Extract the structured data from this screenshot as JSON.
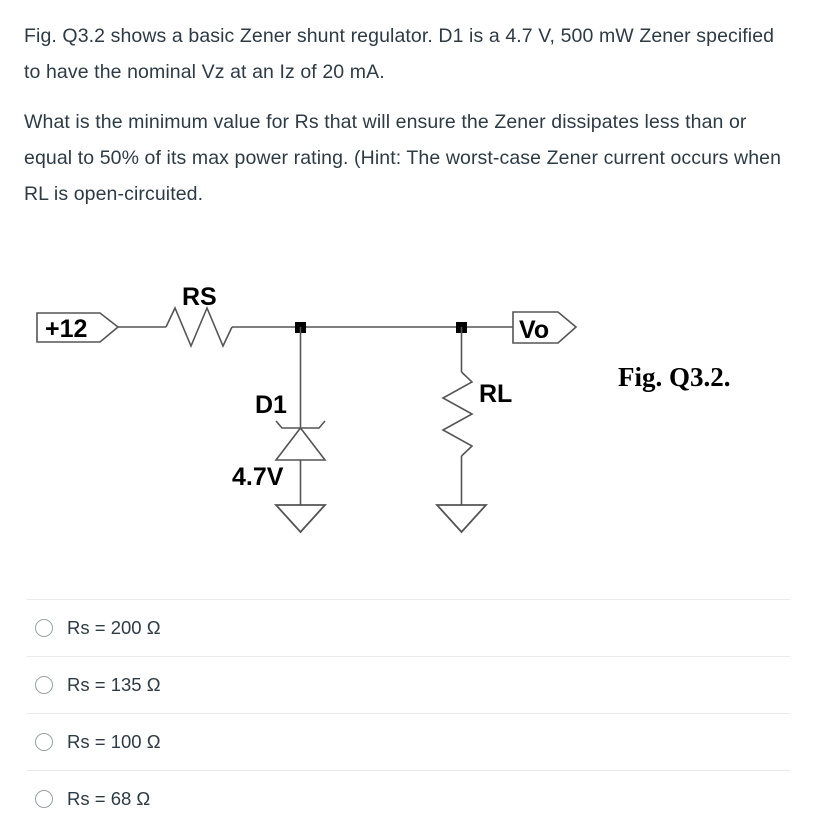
{
  "question": {
    "paragraphs": [
      "Fig. Q3.2 shows a basic Zener shunt regulator. D1 is a 4.7 V, 500 mW Zener specified to have the nominal Vz at an Iz of 20 mA.",
      "What is the minimum value for Rs that will ensure the Zener dissipates less than or equal to 50% of its max power rating. (Hint: The worst-case Zener current occurs when RL is open-circuited."
    ]
  },
  "figure": {
    "caption": "Fig. Q3.2.",
    "source_label": "+12",
    "output_label": "Vo",
    "series_resistor_label": "RS",
    "load_resistor_label": "RL",
    "diode_ref_label": "D1",
    "diode_value_label": "4.7V",
    "stroke_color": "#555555",
    "label_color": "#000000"
  },
  "answers": {
    "options": [
      {
        "label": "Rs = 200 Ω",
        "selected": false
      },
      {
        "label": "Rs = 135 Ω",
        "selected": false
      },
      {
        "label": "Rs = 100 Ω",
        "selected": false
      },
      {
        "label": "Rs = 68 Ω",
        "selected": false
      }
    ]
  },
  "colors": {
    "text": "#2d3b45",
    "divider": "#e8eaec",
    "radio_border": "#9aa2a8"
  }
}
